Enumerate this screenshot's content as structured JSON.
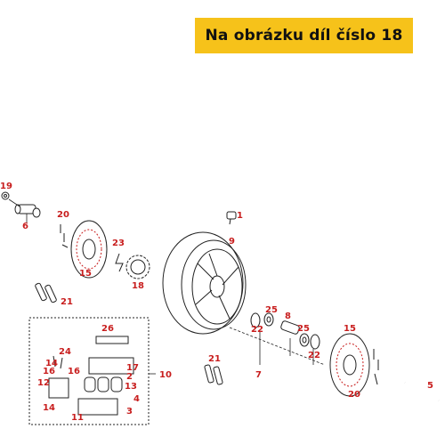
{
  "banner": {
    "text": "Na obrázku díl číslo 18"
  },
  "callouts": {
    "c1": "1",
    "c2": "2",
    "c3": "3",
    "c4": "4",
    "c5": "5",
    "c6": "6",
    "c7": "7",
    "c8": "8",
    "c9": "9",
    "c10": "10",
    "c11": "11",
    "c12": "12",
    "c13": "13",
    "c14a": "14",
    "c14b": "14",
    "c15a": "15",
    "c15b": "15",
    "c16a": "16",
    "c16b": "16",
    "c17": "17",
    "c18": "18",
    "c19": "19",
    "c20a": "20",
    "c20b": "20",
    "c21a": "21",
    "c21b": "21",
    "c22a": "22",
    "c22b": "22",
    "c23": "23",
    "c24": "24",
    "c25a": "25",
    "c25b": "25",
    "c26": "26"
  },
  "colors": {
    "banner_bg": "#f6c21a",
    "callout": "#c81e1e",
    "line": "#222222"
  }
}
